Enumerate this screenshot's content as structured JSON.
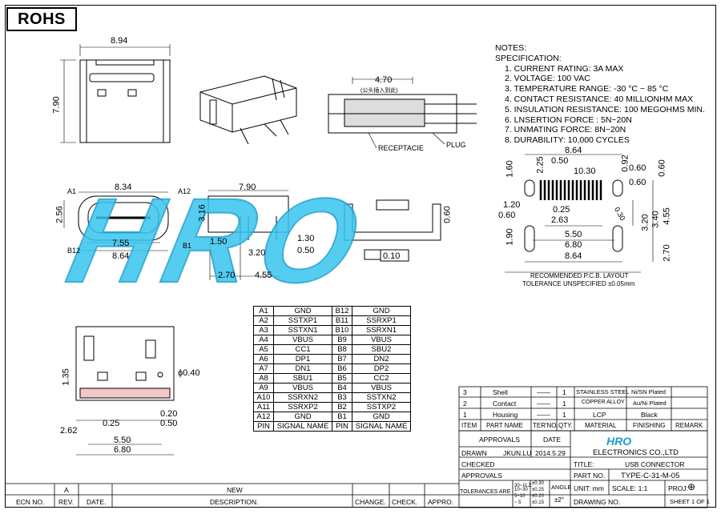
{
  "rohs": "ROHS",
  "notes": {
    "heading1": "NOTES:",
    "heading2": "SPECIFICATION:",
    "items": [
      "1. CURRENT RATING: 3A MAX",
      "2. VOLTAGE: 100 VAC",
      "3. TEMPERATURE RANGE: -30 °C ~ 85 °C",
      "4. CONTACT RESISTANCE: 40 MILLIONHM MAX",
      "5. INSULATION RESISTANCE: 100 MEGOHMS MIN.",
      "6. LNSERTION FORCE : 5N~20N",
      "7. UNMATING FORCE: 8N~20N",
      "8. DURABILITY:  10,000 CYCLES"
    ]
  },
  "dims": {
    "top_w": "8.94",
    "top_h": "7.90",
    "side_470": "4.70",
    "side_note": "(公头插入到此)",
    "receptacle": "RECEPTACIE",
    "plug": "PLUG",
    "front_834": "8.34",
    "a1": "A1",
    "a12": "A12",
    "b1": "B1",
    "b12": "B12",
    "front_256": "2.56",
    "front_755": "7.55",
    "front_864": "8.64",
    "side2_790": "7.90",
    "side2_316": "3.16",
    "side2_150": "1.50",
    "side2_130": "1.30",
    "side2_320": "3.20",
    "side2_050": "0.50",
    "side2_270": "2.70",
    "side2_455": "4.55",
    "side2_060": "0.60",
    "flat_010": "0.10",
    "pcb_864": "8.64",
    "pcb_225": "2.25",
    "pcb_050": "0.50",
    "pcb_1030": "10.30",
    "pcb_092": "0.92",
    "pcb_060a": "0.60",
    "pcb_060b": "0.60",
    "pcb_060c": "0.60",
    "pcb_160": "1.60",
    "pcb_120": "1.20",
    "pcb_060d": "0.60",
    "pcb_025": "0.25",
    "pcb_263": "2.63",
    "pcb_030": "0.30",
    "pcb_320": "3.20",
    "pcb_340": "3.40",
    "pcb_455": "4.55",
    "pcb_190": "1.90",
    "pcb_550": "5.50",
    "pcb_680": "6.80",
    "pcb_864b": "8.64",
    "pcb_270": "2.70",
    "pcb_label1": "RECOMMENDED   P.C.B. LAYOUT",
    "pcb_label2": "TOLERANCE UNSPECIFIED ±0.05mm",
    "bot_135": "1.35",
    "bot_040": "ϕ0.40",
    "bot_020": "0.20",
    "bot_050": "0.50",
    "bot_025": "0.25",
    "bot_262": "2.62",
    "bot_550": "5.50",
    "bot_680": "6.80"
  },
  "pin_table": {
    "rows": [
      [
        "A1",
        "GND",
        "B12",
        "GND"
      ],
      [
        "A2",
        "SSTXP1",
        "B11",
        "SSRXP1"
      ],
      [
        "A3",
        "SSTXN1",
        "B10",
        "SSRXN1"
      ],
      [
        "A4",
        "VBUS",
        "B9",
        "VBUS"
      ],
      [
        "A5",
        "CC1",
        "B8",
        "SBU2"
      ],
      [
        "A6",
        "DP1",
        "B7",
        "DN2"
      ],
      [
        "A7",
        "DN1",
        "B6",
        "DP2"
      ],
      [
        "A8",
        "SBU1",
        "B5",
        "CC2"
      ],
      [
        "A9",
        "VBUS",
        "B4",
        "VBUS"
      ],
      [
        "A10",
        "SSRXN2",
        "B3",
        "SSTXN2"
      ],
      [
        "A11",
        "SSRXP2",
        "B2",
        "SSTXP2"
      ],
      [
        "A12",
        "GND",
        "B1",
        "GND"
      ],
      [
        "PIN",
        "SIGNAL NAME",
        "PIN",
        "SIGNAL NAME"
      ]
    ]
  },
  "bom": {
    "rows": [
      [
        "3",
        "Shell",
        "——",
        "1",
        "STAINLESS STEEL",
        "Ni/SN Plated",
        ""
      ],
      [
        "2",
        "Contact",
        "——",
        "1",
        "COPPER ALLOY",
        "Au/Ni Plated",
        ""
      ],
      [
        "1",
        "Housing",
        "——",
        "1",
        "LCP",
        "Black",
        ""
      ]
    ],
    "header": [
      "ITEM",
      "PART NAME",
      "TER'NO.",
      "QTY.",
      "MATERIAL",
      "FINISHING",
      "REMARK"
    ]
  },
  "title_block": {
    "approvals": "APPROVALS",
    "date": "DATE",
    "drawn": "DRAWN",
    "drawn_by": "JKUN.LU",
    "drawn_date": "2014.5.29",
    "checked": "CHECKED",
    "approvals2": "APPROVALS",
    "company": "ELECTRONICS CO.,LTD",
    "title_label": "TITLE:",
    "title": "USB CONNECTOR",
    "part_label": "PART NO.",
    "part_no": "TYPE-C-31-M-05",
    "tol_label": "TOLERANCES ARE",
    "tol_ranges": [
      "30~以上",
      "10~30",
      "5~10",
      "~ 5"
    ],
    "tol_values": [
      "±0.30",
      "±0.25",
      "±0.20",
      "±0.15"
    ],
    "angle": "ANGLE",
    "angle_val": "±2°",
    "unit": "UNIT: mm",
    "scale": "SCALE:  1:1",
    "proj": "PROJ:",
    "drawing_no": "DRAWING NO.",
    "sheet": "SHEET   1 OF 1"
  },
  "revision": {
    "row": [
      "",
      "A",
      "",
      "NEW",
      "",
      "",
      ""
    ],
    "headers": [
      "ECN NO.",
      "REV.",
      "DATE.",
      "DESCRIPTION.",
      "CHANGE.",
      "CHECK.",
      "APPRO."
    ]
  },
  "logo": "HRO"
}
